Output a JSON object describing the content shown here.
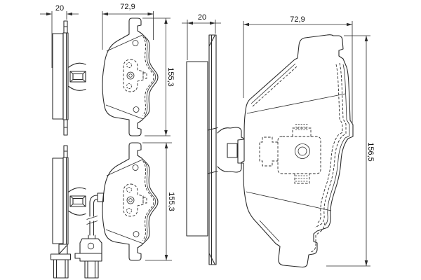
{
  "drawing": {
    "background_color": "#ffffff",
    "line_color": "#2b2b2b",
    "views": {
      "outer_pad_side": {
        "thickness": "20"
      },
      "outer_pad_front": {
        "width": "72,9",
        "height": "155,3"
      },
      "outer_pad_front_sensor": {
        "height": "155,3"
      },
      "inner_pad_side": {
        "thickness": "20"
      },
      "inner_pad_front": {
        "width": "72,9",
        "height": "156,5"
      }
    }
  }
}
